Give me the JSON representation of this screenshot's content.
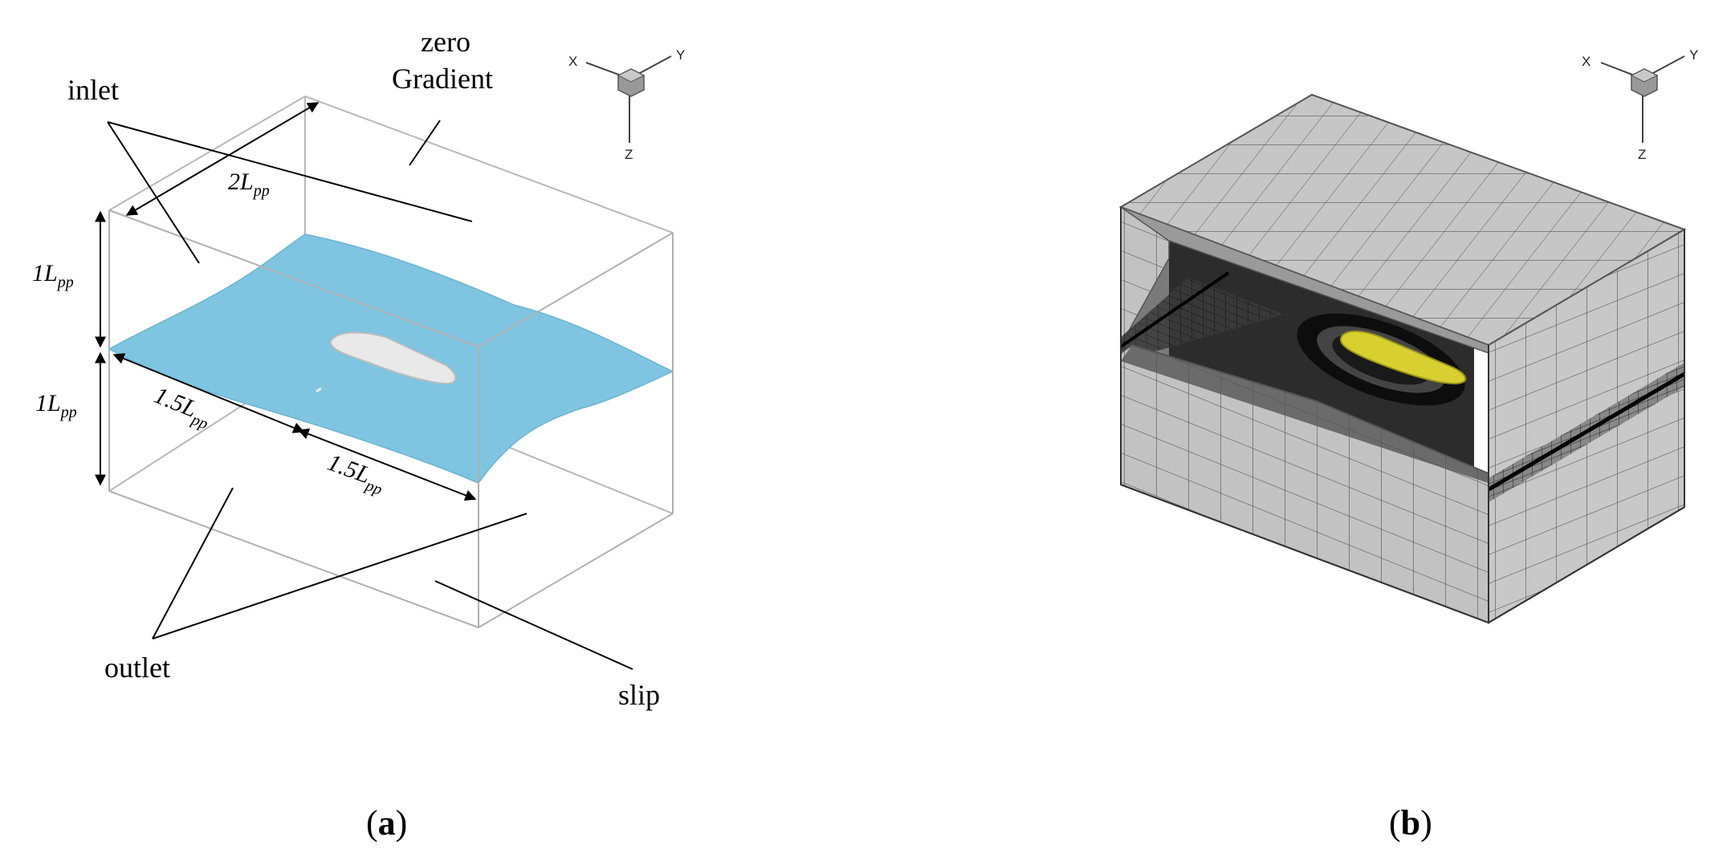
{
  "panel_a": {
    "labels": {
      "inlet": "inlet",
      "zero_gradient_line1": "zero",
      "zero_gradient_line2": "Gradient",
      "outlet": "outlet",
      "slip": "slip"
    },
    "dimensions": {
      "width": "2L",
      "height_upper": "1L",
      "height_lower": "1L",
      "length_front": "1.5L",
      "length_back": "1.5L",
      "subscript": "pp"
    },
    "axes": {
      "x": "X",
      "y": "Y",
      "z": "Z"
    },
    "colors": {
      "water": "#7fc4e0",
      "box_edge": "#b8b8b8",
      "hull": "#e8e8e8"
    }
  },
  "panel_b": {
    "axes": {
      "x": "X",
      "y": "Y",
      "z": "Z"
    },
    "colors": {
      "mesh_face": "#c4c4c4",
      "mesh_line": "#5a5a5a",
      "hull": "#d8d030"
    }
  },
  "captions": {
    "a": {
      "open": "(",
      "letter": "a",
      "close": ")"
    },
    "b": {
      "open": "(",
      "letter": "b",
      "close": ")"
    }
  }
}
